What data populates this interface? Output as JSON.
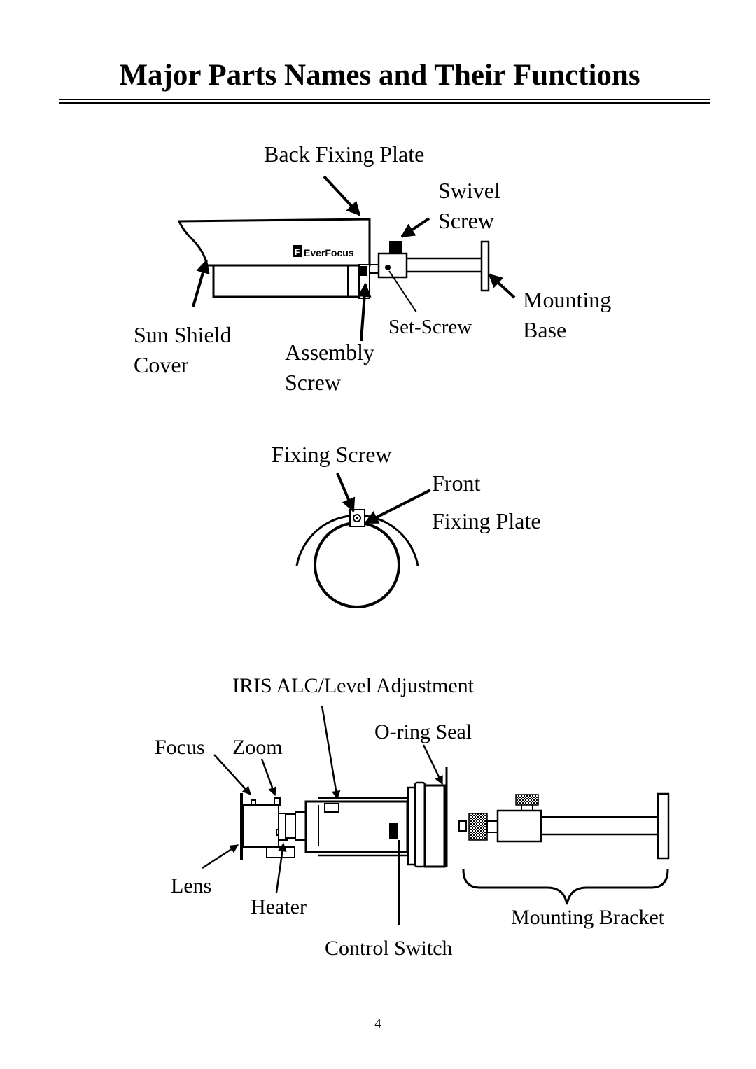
{
  "title": "Major Parts Names and Their Functions",
  "logo_text": "EverFocus",
  "labels": {
    "back_fixing_plate": "Back Fixing Plate",
    "swivel_screw": "Swivel\nScrew",
    "mounting_base": "Mounting\nBase",
    "set_screw": "Set-Screw",
    "sun_shield_cover": "Sun Shield\nCover",
    "assembly_screw": "Assembly\nScrew",
    "fixing_screw": "Fixing Screw",
    "front_fixing_plate": "Front\nFixing Plate",
    "iris_alc": "IRIS ALC/Level Adjustment",
    "o_ring_seal": "O-ring Seal",
    "focus": "Focus",
    "zoom": "Zoom",
    "lens": "Lens",
    "heater": "Heater",
    "mounting_bracket": "Mounting Bracket",
    "control_switch": "Control Switch"
  },
  "page_number": "4"
}
